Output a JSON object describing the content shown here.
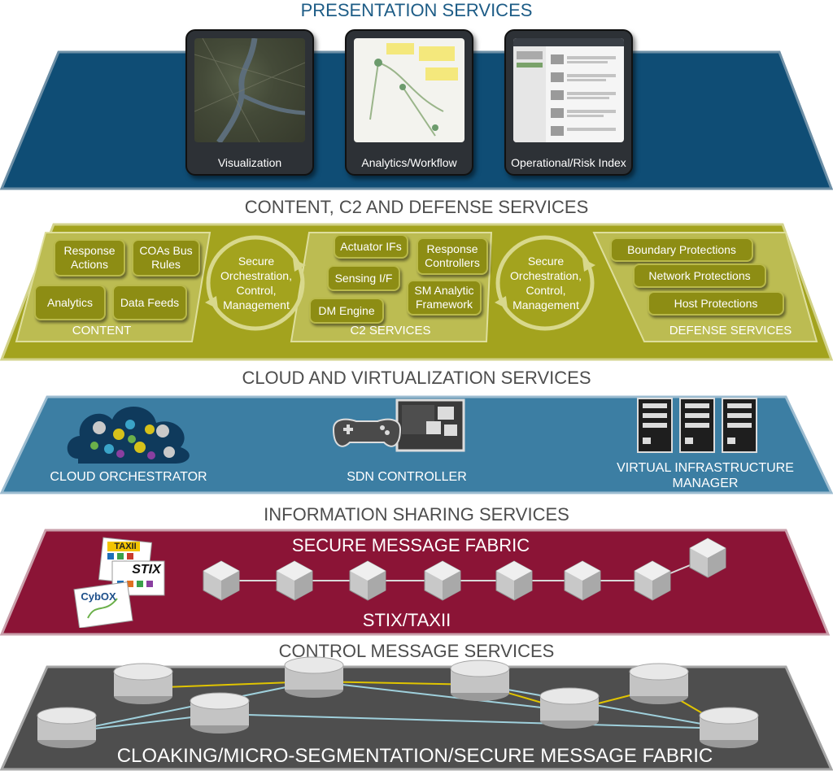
{
  "presentation": {
    "title": "PRESENTATION SERVICES",
    "tablets": [
      "Visualization",
      "Analytics/Workflow",
      "Operational/Risk Index"
    ]
  },
  "content_c2": {
    "title": "CONTENT, C2 AND DEFENSE SERVICES",
    "content_group": {
      "label": "CONTENT",
      "items": [
        "Response Actions",
        "COAs Bus Rules",
        "Analytics",
        "Data Feeds"
      ]
    },
    "orchestration_label": "Secure Orchestration, Control, Management",
    "c2_group": {
      "label": "C2 SERVICES",
      "items": [
        "Actuator IFs",
        "Response Controllers",
        "Sensing I/F",
        "SM Analytic Framework",
        "DM Engine"
      ]
    },
    "defense_group": {
      "label": "DEFENSE SERVICES",
      "items": [
        "Boundary Protections",
        "Network Protections",
        "Host Protections"
      ]
    }
  },
  "cloud": {
    "title": "CLOUD AND VIRTUALIZATION SERVICES",
    "items": [
      "CLOUD ORCHESTRATOR",
      "SDN CONTROLLER",
      "VIRTUAL INFRASTRUCTURE MANAGER"
    ]
  },
  "info_sharing": {
    "title": "INFORMATION SHARING SERVICES",
    "fabric_label": "SECURE MESSAGE FABRIC",
    "bottom_label": "STIX/TAXII",
    "logos": [
      "TAXII",
      "STIX",
      "CybOX"
    ]
  },
  "control": {
    "title": "CONTROL MESSAGE SERVICES",
    "bottom_label": "CLOAKING/MICRO-SEGMENTATION/SECURE MESSAGE FABRIC"
  },
  "colors": {
    "presentation": "#0f4d75",
    "content": "#a3a31e",
    "cloud": "#3c7ea3",
    "info_sharing": "#8b1436",
    "control": "#4e4e4e"
  }
}
